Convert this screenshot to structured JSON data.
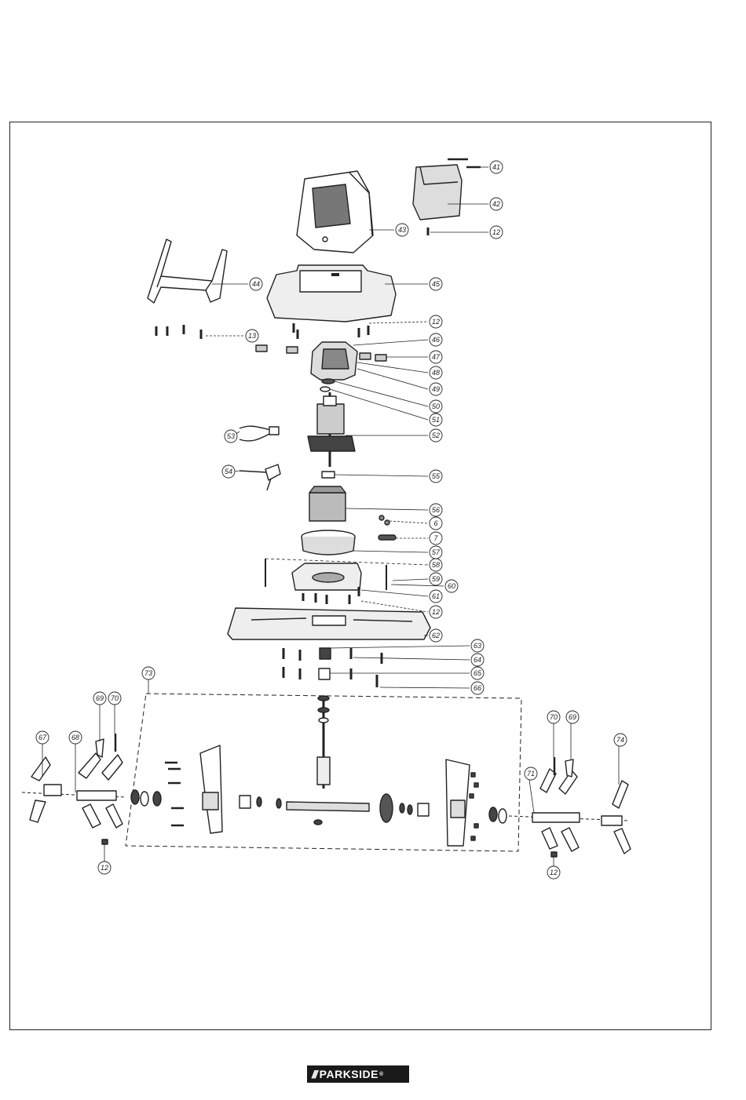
{
  "diagram": {
    "labels": [
      "41",
      "42",
      "12",
      "43",
      "44",
      "45",
      "12",
      "13",
      "46",
      "47",
      "48",
      "49",
      "50",
      "51",
      "52",
      "53",
      "54",
      "55",
      "56",
      "6",
      "7",
      "57",
      "58",
      "59",
      "60",
      "61",
      "12",
      "62",
      "63",
      "64",
      "65",
      "66",
      "73",
      "69",
      "70",
      "67",
      "68",
      "70",
      "69",
      "74",
      "71",
      "12",
      "12"
    ]
  },
  "logo": {
    "slashes": "///",
    "brand": "PARKSIDE",
    "mark": "®"
  }
}
